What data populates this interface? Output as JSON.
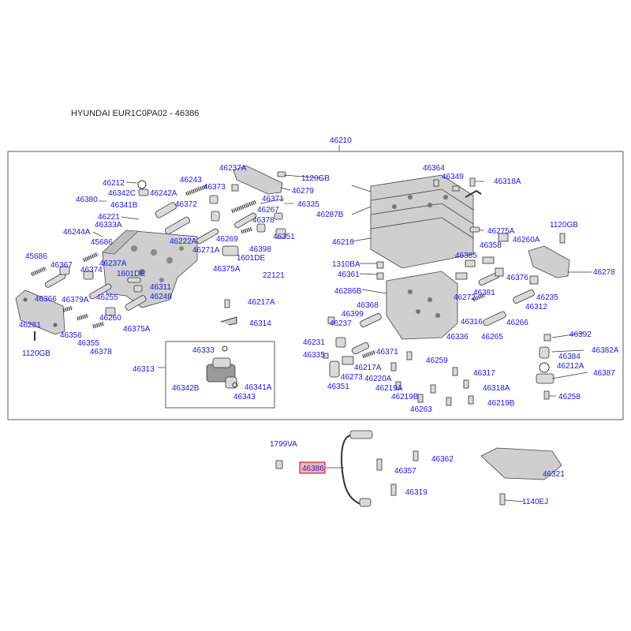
{
  "header": {
    "title": "HYUNDAI EUR1C0PA02 - 46386"
  },
  "colors": {
    "label": "#1a1adb",
    "highlight_fill": "#f4b8b8",
    "highlight_stroke": "#c00000"
  },
  "labels": {
    "l46210": "46210",
    "l46212": "46212",
    "l46380": "46380",
    "l46342C": "46342C",
    "l46341B": "46341B",
    "l46242A": "46242A",
    "l46243": "46243",
    "l46237A_top": "46237A",
    "l46373": "46373",
    "l1120GB_top": "1120GB",
    "l46279": "46279",
    "l46371_top": "46371",
    "l46372": "46372",
    "l46267": "46267",
    "l46335_top": "46335",
    "l46221": "46221",
    "l46333A": "46333A",
    "l46378_top": "46378",
    "l46244A": "46244A",
    "l45686_a": "45686",
    "l46351_top": "46351",
    "l46222A": "46222A",
    "l46269": "46269",
    "l46398": "46398",
    "l46271A": "46271A",
    "l1601DE_a": "1601DE",
    "l45686_b": "45686",
    "l46367": "46367",
    "l46237A_mid": "46237A",
    "l46374": "46374",
    "l1601DE_b": "1601DE",
    "l46375A_top": "46375A",
    "l22121": "22121",
    "l46311": "46311",
    "l46248": "46248",
    "l46366": "46366",
    "l46379A": "46379A",
    "l46255": "46255",
    "l46217A_left": "46217A",
    "l46260": "46260",
    "l46314": "46314",
    "l46281": "46281",
    "l46375A_bot": "46375A",
    "l46356": "46356",
    "l46355": "46355",
    "l1120GB_left": "1120GB",
    "l46378_bot": "46378",
    "l46333": "46333",
    "l46313": "46313",
    "l46342B": "46342B",
    "l46341A": "46341A",
    "l46343": "46343",
    "l46364": "46364",
    "l46349": "46349",
    "l46318A_top": "46318A",
    "l46287B": "46287B",
    "l46275A": "46275A",
    "l1120GB_right": "1120GB",
    "l46216": "46216",
    "l46260A": "46260A",
    "l46358": "46358",
    "l1310BA": "1310BA",
    "l46385": "46385",
    "l46278": "46278",
    "l46361": "46361",
    "l46376": "46376",
    "l46286B": "46286B",
    "l46272": "46272",
    "l46381": "46381",
    "l46235": "46235",
    "l46368": "46368",
    "l46312": "46312",
    "l46399": "46399",
    "l46237": "46237",
    "l46316": "46316",
    "l46266": "46266",
    "l46231": "46231",
    "l46336": "46336",
    "l46265": "46265",
    "l46392": "46392",
    "l46335_bot": "46335",
    "l46371_bot": "46371",
    "l46382A": "46382A",
    "l46384": "46384",
    "l46259": "46259",
    "l46212A": "46212A",
    "l46217A_right": "46217A",
    "l46387": "46387",
    "l46273": "46273",
    "l46220A": "46220A",
    "l46317": "46317",
    "l46351_bot": "46351",
    "l46219A": "46219A",
    "l46318A_bot": "46318A",
    "l46258": "46258",
    "l46219B_a": "46219B",
    "l46263": "46263",
    "l46219B_b": "46219B",
    "l1799VA": "1799VA",
    "l46386": "46386",
    "l46362": "46362",
    "l46357": "46357",
    "l46319": "46319",
    "l46321": "46321",
    "l1140EJ": "1140EJ"
  }
}
